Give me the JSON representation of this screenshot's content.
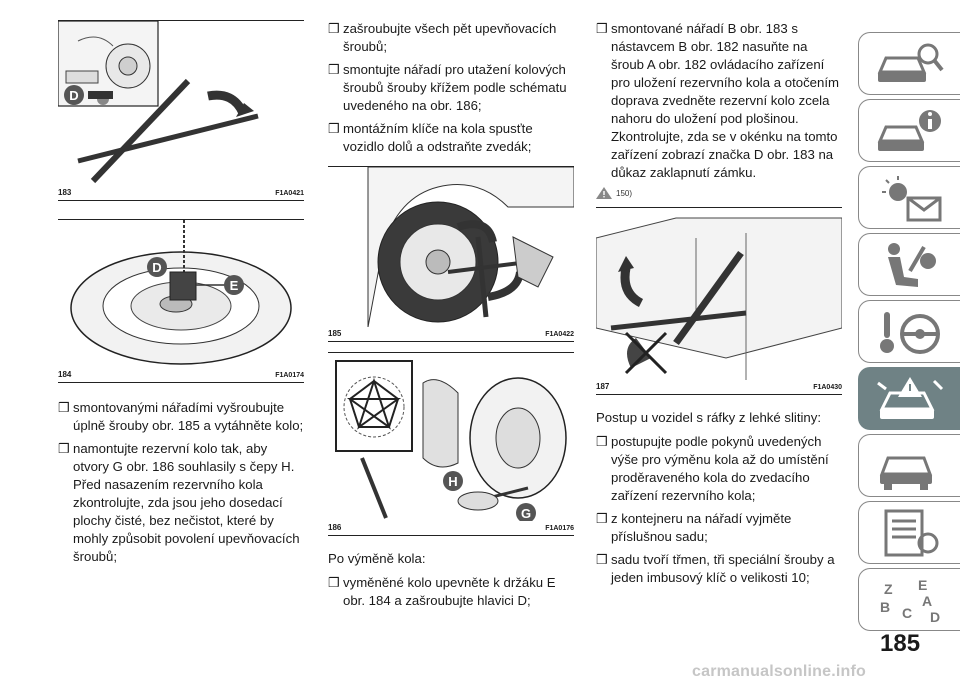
{
  "figures": {
    "fig183": {
      "number": "183",
      "code": "F1A0421",
      "labels": [
        "D"
      ]
    },
    "fig184": {
      "number": "184",
      "code": "F1A0174",
      "labels": [
        "D",
        "E"
      ]
    },
    "fig185": {
      "number": "185",
      "code": "F1A0422"
    },
    "fig186": {
      "number": "186",
      "code": "F1A0176",
      "labels": [
        "H",
        "G"
      ]
    },
    "fig187": {
      "number": "187",
      "code": "F1A0430"
    }
  },
  "col1": {
    "bullets": [
      "smontovanými nářadími vyšroubujte úplně šrouby obr. 185 a vytáhněte kolo;",
      "namontujte rezervní kolo tak, aby otvory G obr. 186 souhlasily s čepy H. Před nasazením rezervního kola zkontrolujte, zda jsou jeho dosedací plochy čisté, bez nečistot, které by mohly způsobit povolení upevňovacích šroubů;"
    ]
  },
  "col2": {
    "bullets_top": [
      "zašroubujte všech pět upevňovacích šroubů;",
      "smontujte nářadí pro utažení kolových šroubů šrouby křížem podle schématu uvedeného na obr. 186;",
      "montážním klíče na kola spusťte vozidlo dolů a odstraňte zvedák;"
    ],
    "para": "Po výměně kola:",
    "bullets_bottom": [
      "vyměněné kolo upevněte k držáku E obr. 184 a zašroubujte hlavici D;"
    ]
  },
  "col3": {
    "bullets_top": [
      "smontované nářadí B obr. 183 s nástavcem B obr. 182 nasuňte na šroub A obr. 182 ovládacího zařízení pro uložení rezervního kola a otočením doprava zvedněte rezervní kolo zcela nahoru do uložení pod plošinou. Zkontrolujte, zda se v okénku na tomto zařízení zobrazí značka D obr. 183 na důkaz zaklapnutí zámku."
    ],
    "note": "150)",
    "para": "Postup u vozidel s ráfky z lehké slitiny:",
    "bullets_bottom": [
      "postupujte podle pokynů uvedených výše pro výměnu kola až do umístění proděraveného kola do zvedacího zařízení rezervního kola;",
      "z kontejneru na nářadí vyjměte příslušnou sadu;",
      "sadu tvoří třmen, tři speciální šrouby a jeden imbusový klíč o velikosti 10;"
    ]
  },
  "bullet_mark": "❒",
  "sidebar": {
    "tabs": [
      {
        "icon": "car-search-icon",
        "active": false
      },
      {
        "icon": "car-info-icon",
        "active": false
      },
      {
        "icon": "warning-lights-icon",
        "active": false
      },
      {
        "icon": "airbag-seat-icon",
        "active": false
      },
      {
        "icon": "steering-key-icon",
        "active": false
      },
      {
        "icon": "car-breakdown-icon",
        "active": true
      },
      {
        "icon": "car-maintenance-icon",
        "active": false
      },
      {
        "icon": "specifications-list-icon",
        "active": false
      },
      {
        "icon": "alphabet-index-icon",
        "active": false
      }
    ],
    "letters": [
      "Z",
      "E",
      "A",
      "B",
      "C",
      "D"
    ]
  },
  "page_number": "185",
  "watermark": "carmanualsonline.info",
  "colors": {
    "active_tab": "#6f8285",
    "label_badge": "#555555"
  }
}
